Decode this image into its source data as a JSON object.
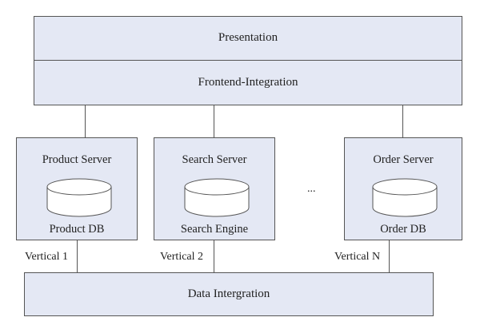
{
  "layers": {
    "presentation": "Presentation",
    "frontend_integration": "Frontend-Integration",
    "data_integration": "Data Intergration"
  },
  "servers": [
    {
      "title": "Product Server",
      "db": "Product DB",
      "vertical": "Vertical 1"
    },
    {
      "title": "Search Server",
      "db": "Search Engine",
      "vertical": "Vertical 2"
    },
    {
      "title": "Order Server",
      "db": "Order DB",
      "vertical": "Vertical N"
    }
  ],
  "ellipsis": "...",
  "colors": {
    "box_fill": "#e4e8f4",
    "stroke": "#555555",
    "db_fill": "#ffffff"
  }
}
